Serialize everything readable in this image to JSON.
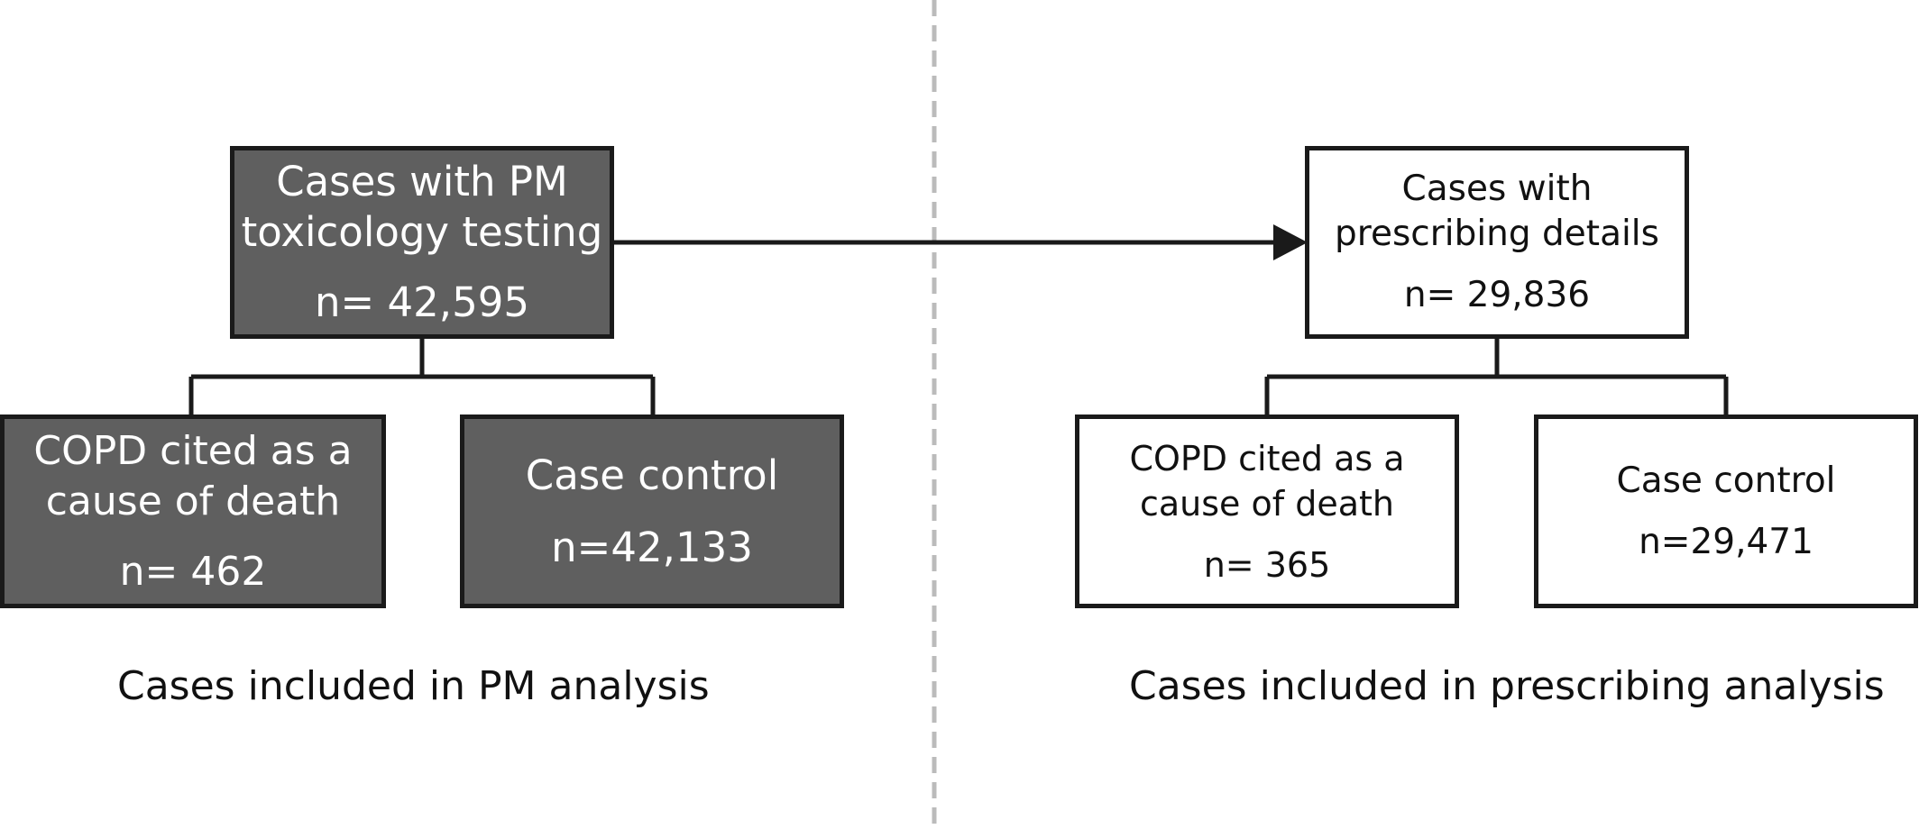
{
  "pm_side": {
    "top_box": {
      "lines": [
        "Cases with PM",
        "toxicology testing"
      ],
      "count": "n= 42,595"
    },
    "copd_box": {
      "lines": [
        "COPD cited as a",
        "cause of death"
      ],
      "count": "n= 462"
    },
    "control_box": {
      "lines": [
        "Case control"
      ],
      "count": "n=42,133"
    },
    "caption": "Cases included in PM analysis",
    "box_fill": "#5f5f5f",
    "text_color": "#ffffff"
  },
  "prescribing_side": {
    "top_box": {
      "lines": [
        "Cases with",
        "prescribing details"
      ],
      "count": "n= 29,836"
    },
    "copd_box": {
      "lines": [
        "COPD cited as a",
        "cause of death"
      ],
      "count": "n= 365"
    },
    "control_box": {
      "lines": [
        "Case control"
      ],
      "count": "n=29,471"
    },
    "caption": "Cases included in prescribing analysis",
    "box_fill": "#ffffff",
    "text_color": "#111111"
  },
  "colors": {
    "border": "#1a1a1a",
    "divider": "#bbbbbb"
  }
}
